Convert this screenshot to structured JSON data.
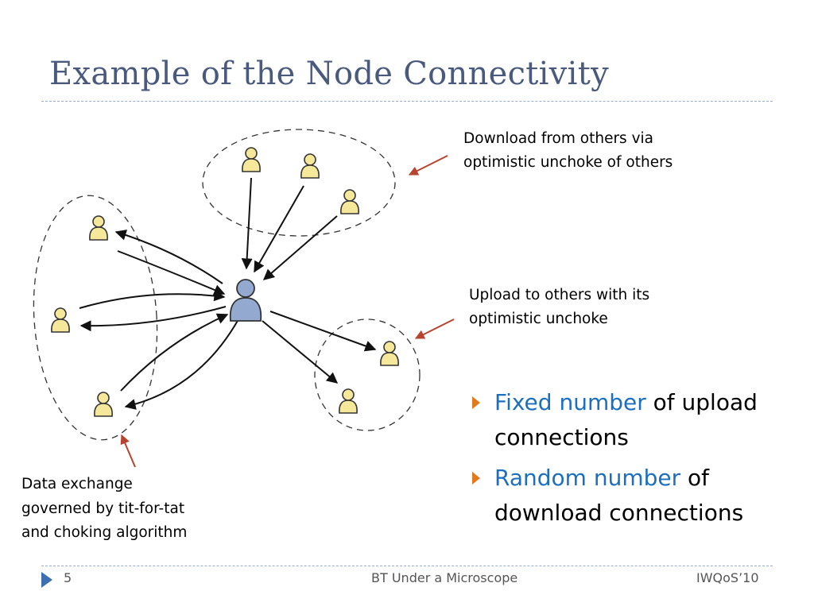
{
  "slide": {
    "title": "Example of the Node Connectivity"
  },
  "callouts": {
    "download": [
      "Download from others via",
      "optimistic unchoke of others"
    ],
    "upload": [
      "Upload to others with its",
      "optimistic unchoke"
    ],
    "exchange": [
      "Data exchange",
      "governed by tit-for-tat",
      "and choking algorithm"
    ]
  },
  "bullets": [
    {
      "highlight": "Fixed number",
      "rest_line1": " of upload",
      "rest_line2": "connections"
    },
    {
      "highlight": "Random number",
      "rest_line1": " of",
      "rest_line2": "download connections"
    }
  ],
  "footer": {
    "page_number": "5",
    "center_text": "BT Under a Microscope",
    "right_text": "IWQoS’10"
  },
  "colors": {
    "title": "#4a5a7c",
    "highlight": "#1b6fbf",
    "bullet_marker": "#e1791f",
    "peer_fill": "#f6e89a",
    "center_node_fill": "#93a9d0",
    "callout_arrow": "#b8432e"
  },
  "icons": {
    "peer": "person-icon",
    "center_node": "person-icon",
    "footer_marker": "triangle-right-icon"
  }
}
